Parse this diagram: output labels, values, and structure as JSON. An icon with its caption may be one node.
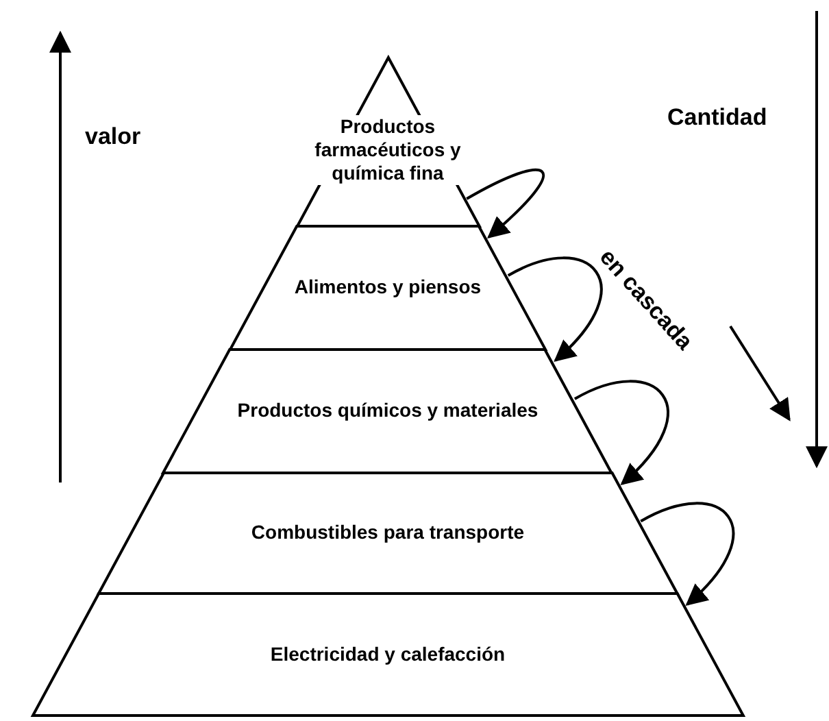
{
  "diagram": {
    "nodes": [
      {
        "text": [
          "Productos farmacéuticos y química fina"
        ]
      },
      {
        "text": [
          "Alimentos y piensos"
        ]
      },
      {
        "text": [
          "Productos químicos y materiales"
        ]
      },
      {
        "text": [
          "Combustibles para transporte"
        ]
      },
      {
        "text": [
          "Electricidad y calefacción"
        ]
      }
    ],
    "edges": [
      {
        "from": 0,
        "to": 1,
        "arrow": "to"
      },
      {
        "from": 1,
        "to": 2,
        "arrow": "to"
      },
      {
        "from": 2,
        "to": 3,
        "arrow": "to"
      },
      {
        "from": 3,
        "to": 4,
        "arrow": "to"
      }
    ],
    "labels": [
      "valor",
      "Cantidad",
      "en cascada"
    ]
  }
}
